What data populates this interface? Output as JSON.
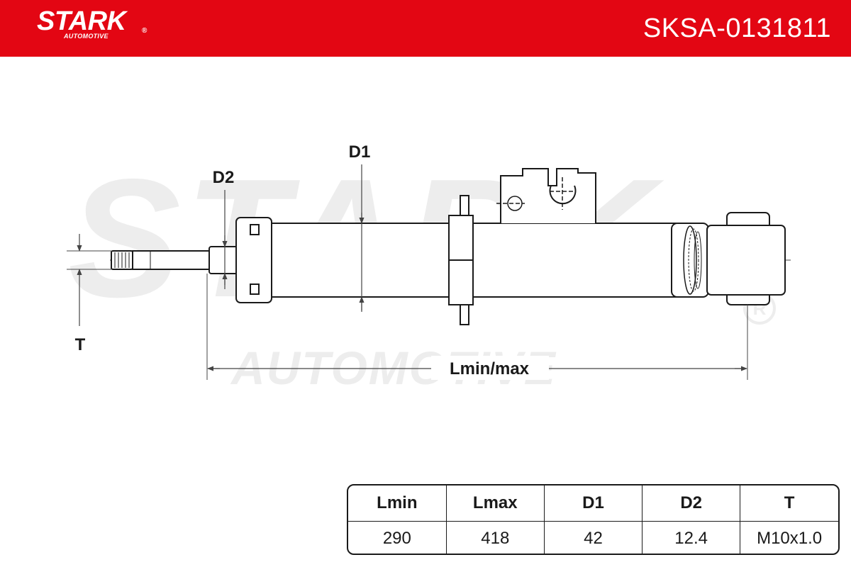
{
  "header": {
    "brand": "STARK",
    "brand_sub": "AUTOMOTIVE",
    "registered": "®",
    "part_number": "SKSA-0131811",
    "color": "#e30613"
  },
  "watermark": {
    "brand": "STARK",
    "sub": "AUTOMOTIVE",
    "color": "#ededed"
  },
  "diagram": {
    "subject": "shock absorber",
    "labels": {
      "d1": "D1",
      "d2": "D2",
      "t": "T",
      "length": "Lmin/max"
    }
  },
  "specs": {
    "headers": [
      "Lmin",
      "Lmax",
      "D1",
      "D2",
      "T"
    ],
    "values": [
      "290",
      "418",
      "42",
      "12.4",
      "M10x1.0"
    ]
  }
}
